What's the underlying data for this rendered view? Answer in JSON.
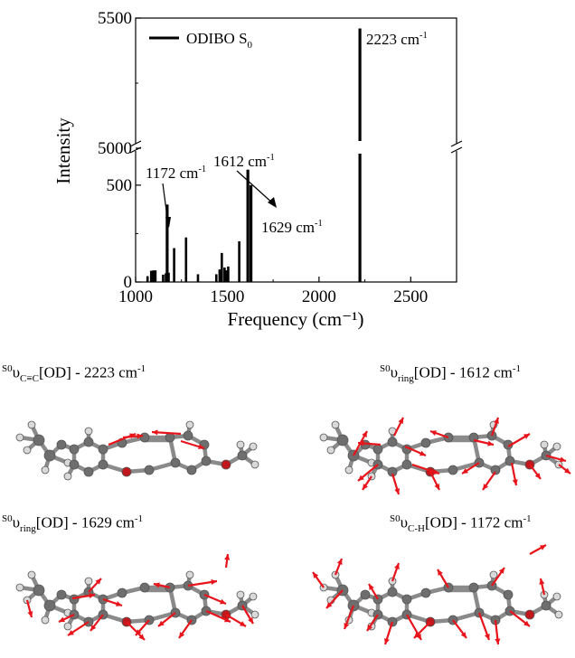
{
  "chart_data": {
    "type": "bar",
    "xlabel": "Frequency (cm⁻¹)",
    "ylabel": "Intensity",
    "xlim": [
      1000,
      2750
    ],
    "xticks": [
      "1000",
      "1500",
      "2000",
      "2500"
    ],
    "ylim_lower": [
      0,
      700
    ],
    "ylim_upper": [
      5000,
      5500
    ],
    "yticks": [
      "0",
      "500",
      "5000",
      "5500"
    ],
    "legend": {
      "label": "ODIBO S0",
      "position": "top-left"
    },
    "series": [
      {
        "name": "ODIBO S0",
        "x": [
          1065,
          1085,
          1097,
          1108,
          1150,
          1165,
          1172,
          1180,
          1210,
          1275,
          1340,
          1440,
          1458,
          1470,
          1485,
          1497,
          1505,
          1565,
          1612,
          1629,
          2223
        ],
        "values": [
          30,
          58,
          60,
          60,
          38,
          45,
          400,
          48,
          175,
          230,
          40,
          40,
          65,
          150,
          75,
          60,
          80,
          210,
          580,
          500,
          5460
        ]
      }
    ],
    "annotations": [
      {
        "text": "1172 cm⁻¹",
        "x": 1172
      },
      {
        "text": "1612 cm⁻¹",
        "x": 1612
      },
      {
        "text": "1629 cm⁻¹",
        "x": 1629
      },
      {
        "text": "2223 cm⁻¹",
        "x": 2223
      }
    ]
  },
  "modes": [
    {
      "sup": "S0",
      "sym": "υ",
      "sub": "C≡C",
      "rest": "[OD] - 2223 cm",
      "unit": "-1"
    },
    {
      "sup": "S0",
      "sym": "υ",
      "sub": "ring",
      "rest": "[OD] - 1612 cm",
      "unit": "-1"
    },
    {
      "sup": "S0",
      "sym": "υ",
      "sub": "ring",
      "rest": "[OD] - 1629 cm",
      "unit": "-1"
    },
    {
      "sup": "S0",
      "sym": "υ",
      "sub": "C-H",
      "rest": "[OD] - 1172 cm",
      "unit": "-1"
    }
  ],
  "colors": {
    "arrow": "#e8141b",
    "atom_c": "#6e6e6e",
    "atom_o": "#c0181c",
    "atom_h": "#d9d9d9",
    "bar": "#000000"
  }
}
